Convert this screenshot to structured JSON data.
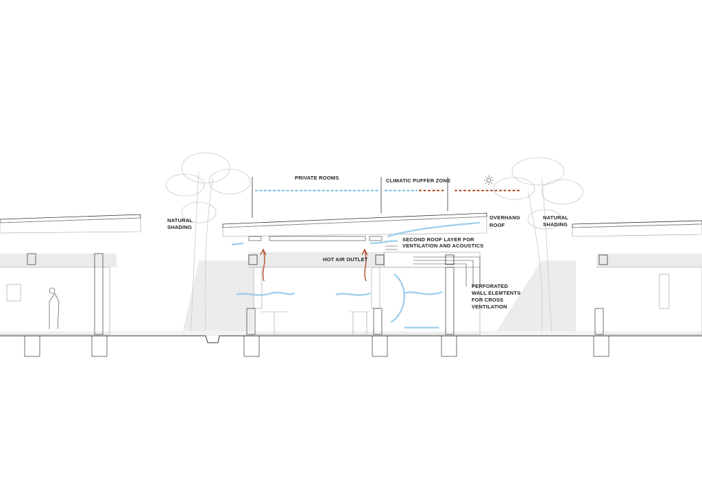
{
  "labels": {
    "private_rooms": "PRIVATE ROOMS",
    "climatic_zone": "CLIMATIC PUFFER ZONE",
    "overhang_roof": [
      "OVERHANG",
      "ROOF"
    ],
    "second_roof": [
      "SECOND ROOF LAYER FOR",
      "VENTILATION AND ACOUSTICS"
    ],
    "hot_air_outlet": "HOT AIR OUTLET",
    "perforated": [
      "PERFORATED",
      "WALL ELEMTENTS",
      "FOR CROSS",
      "VENTILATION"
    ],
    "natural_shading_left": [
      "NATURAL",
      "SHADING"
    ],
    "natural_shading_right": [
      "NATURAL",
      "SHADING"
    ]
  },
  "icons": {
    "sun": "sun-icon"
  },
  "colors": {
    "cool_air": "#7fbfe6",
    "hot_air": "#b5583a",
    "line": "#333333",
    "shade": "#e6e6e6"
  }
}
